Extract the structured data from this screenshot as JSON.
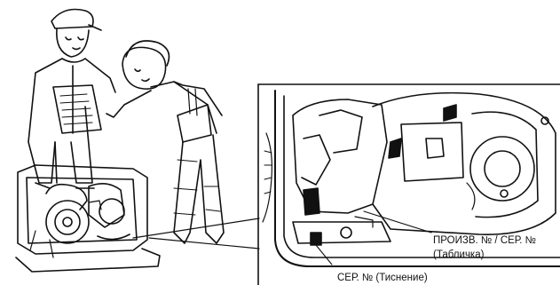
{
  "labels": {
    "frame_serial_line1": "ПРОИЗВ. № / СЕР. №",
    "frame_serial_line2": "(Табличка)",
    "engine_serial": "СЕР. № (Тиснение)"
  }
}
